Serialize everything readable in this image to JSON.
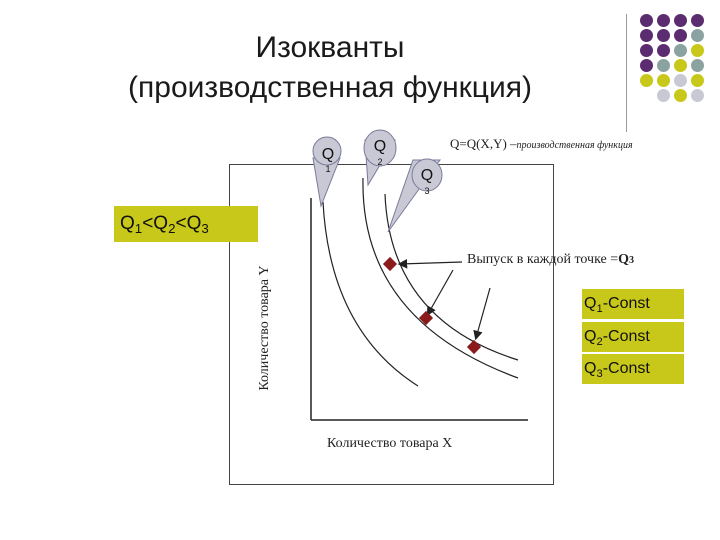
{
  "title_line1": "Изокванты",
  "title_line2": "(производственная функция)",
  "inequality": {
    "q1": "Q",
    "s1": "1",
    "lt1": "<Q",
    "s2": "2",
    "lt2": "<Q",
    "s3": "3"
  },
  "callouts": {
    "q1": {
      "letter": "Q",
      "sub": "1"
    },
    "q2": {
      "letter": "Q",
      "sub": "2"
    },
    "q3": {
      "letter": "Q",
      "sub": "3"
    }
  },
  "function_label": {
    "main": "Q=Q(X,Y) –",
    "italic": "производственная функция"
  },
  "output_label": {
    "text": "Выпуск в каждой точке =",
    "q": "Q",
    "sub": "3"
  },
  "axes": {
    "y_label": "Количество товара Y",
    "x_label": "Количество товара  X"
  },
  "const_boxes": [
    {
      "q": "Q",
      "sub": "1",
      "rest": "-Const"
    },
    {
      "q": "Q",
      "sub": "2",
      "rest": "-Const"
    },
    {
      "q": "Q",
      "sub": "3",
      "rest": "-Const"
    }
  ],
  "colors": {
    "purple": "#5b2c6f",
    "teal": "#8aa3a0",
    "olive": "#c8c81a",
    "grey": "#c9c9d6",
    "point": "#8b1a1a"
  }
}
